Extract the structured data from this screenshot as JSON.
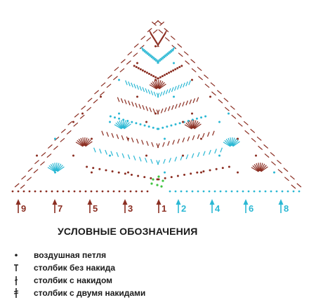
{
  "colors": {
    "brown": "#8b2e22",
    "cyan": "#2bb8d4",
    "green": "#3fc43f",
    "ink": "#1a1a1a"
  },
  "row_numbers": [
    {
      "label": "9",
      "color": "brown"
    },
    {
      "label": "7",
      "color": "brown"
    },
    {
      "label": "5",
      "color": "brown"
    },
    {
      "label": "3",
      "color": "brown"
    },
    {
      "label": "1",
      "color": "brown"
    },
    {
      "label": "2",
      "color": "cyan"
    },
    {
      "label": "4",
      "color": "cyan"
    },
    {
      "label": "6",
      "color": "cyan"
    },
    {
      "label": "8",
      "color": "cyan"
    }
  ],
  "legend": {
    "title": "УСЛОВНЫЕ ОБОЗНАЧЕНИЯ",
    "items": [
      {
        "symbol": "chain-stitch-dot",
        "label": "воздушная петля"
      },
      {
        "symbol": "single-crochet-t",
        "label": "столбик без накида"
      },
      {
        "symbol": "double-crochet-bar",
        "label": "столбик с накидом"
      },
      {
        "symbol": "treble-crochet-bar",
        "label": "столбик с двумя накидами"
      }
    ]
  }
}
